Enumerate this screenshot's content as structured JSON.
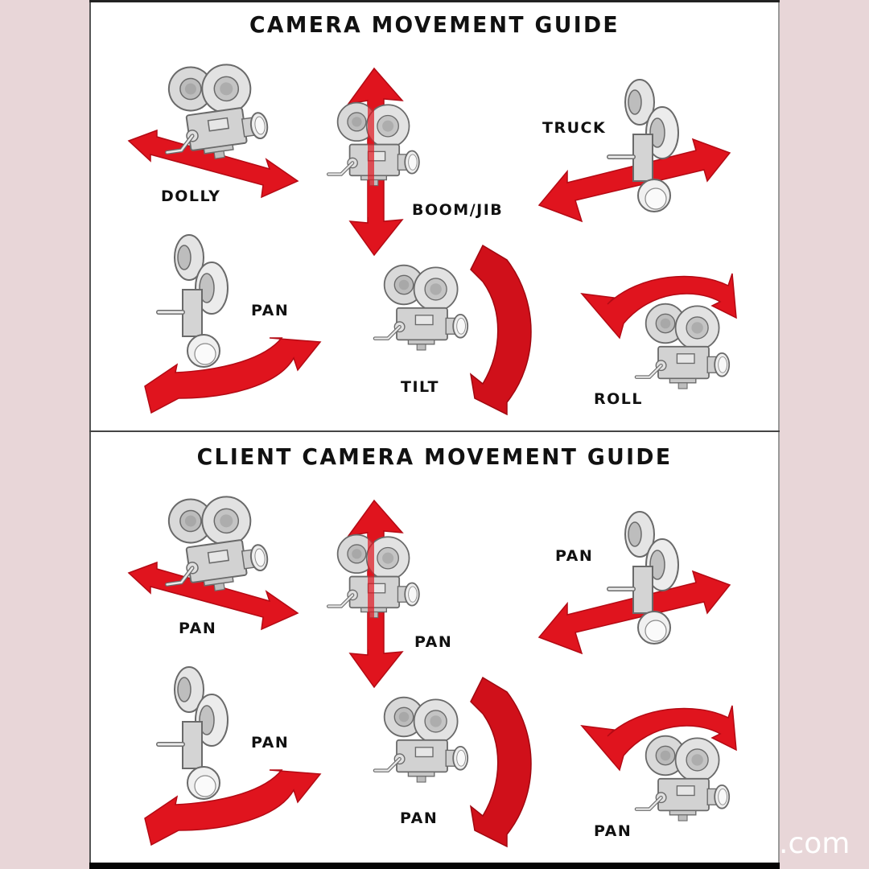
{
  "colors": {
    "background": "#e8d6d8",
    "panel": "#ffffff",
    "arrow": "#e0141e",
    "arrow_dark": "#b40a14",
    "camera_body": "#d8d8d8",
    "camera_outline": "#6a6a6a",
    "text": "#111111"
  },
  "sections": [
    {
      "title": "CAMERA MOVEMENT GUIDE",
      "items": [
        {
          "label": "DOLLY",
          "movement": "dolly",
          "icon": "camera-dolly-icon"
        },
        {
          "label": "BOOM/JIB",
          "movement": "boom",
          "icon": "camera-boom-icon"
        },
        {
          "label": "TRUCK",
          "movement": "truck",
          "icon": "camera-truck-icon"
        },
        {
          "label": "PAN",
          "movement": "pan",
          "icon": "camera-pan-icon"
        },
        {
          "label": "TILT",
          "movement": "tilt",
          "icon": "camera-tilt-icon"
        },
        {
          "label": "ROLL",
          "movement": "roll",
          "icon": "camera-roll-icon"
        }
      ]
    },
    {
      "title": "CLIENT CAMERA MOVEMENT GUIDE",
      "items": [
        {
          "label": "PAN",
          "movement": "dolly",
          "icon": "camera-dolly-icon"
        },
        {
          "label": "PAN",
          "movement": "boom",
          "icon": "camera-boom-icon"
        },
        {
          "label": "PAN",
          "movement": "truck",
          "icon": "camera-truck-icon"
        },
        {
          "label": "PAN",
          "movement": "pan",
          "icon": "camera-pan-icon"
        },
        {
          "label": "PAN",
          "movement": "tilt",
          "icon": "camera-tilt-icon"
        },
        {
          "label": "PAN",
          "movement": "roll",
          "icon": "camera-roll-icon"
        }
      ]
    }
  ],
  "watermark": {
    "text": ".com"
  }
}
